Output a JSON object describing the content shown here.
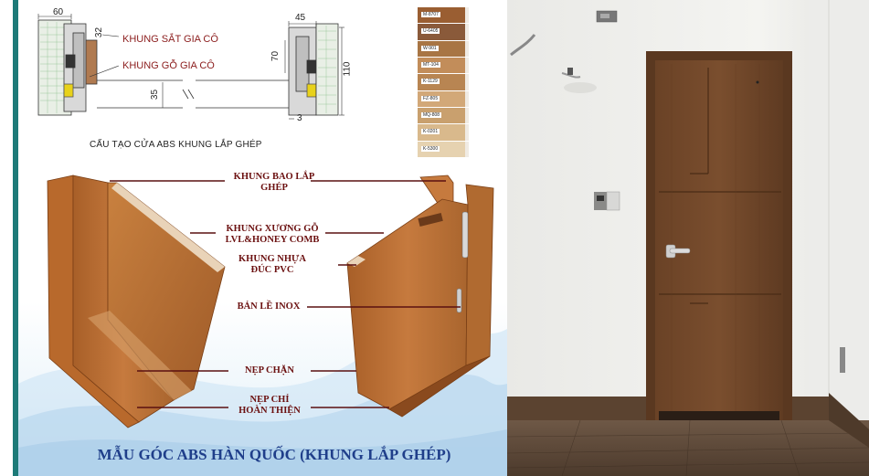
{
  "drawing": {
    "dims": {
      "d60": "60",
      "d32": "32",
      "d45": "45",
      "d70": "70",
      "d110": "110",
      "d35": "35",
      "d3": "3"
    },
    "callouts": {
      "steel": "KHUNG SẮT GIA CÔ",
      "wood": "KHUNG GỖ GIA CÔ"
    },
    "caption": "CẤU TẠO CỬA ABS KHUNG LẮP GHÉP"
  },
  "swatches": {
    "items": [
      {
        "code": "M-8707",
        "color": "#9a5e32"
      },
      {
        "code": "U-6405",
        "color": "#8a5a3a"
      },
      {
        "code": "W-901",
        "color": "#a87544"
      },
      {
        "code": "MT-104",
        "color": "#c28d5a"
      },
      {
        "code": "K-1129",
        "color": "#b88552"
      },
      {
        "code": "FZ-805",
        "color": "#d2a878"
      },
      {
        "code": "MQ-808",
        "color": "#c9a06e"
      },
      {
        "code": "K-0201",
        "color": "#d9b98c"
      },
      {
        "code": "K-5300",
        "color": "#e6d2b0"
      }
    ]
  },
  "labels": {
    "frame_l1": "KHUNG BAO LẮP",
    "frame_l2": "GHÉP",
    "lvl_l1": "KHUNG XƯƠNG GỖ",
    "lvl_l2": "LVL&HONEY COMB",
    "pvc_l1": "KHUNG NHỰA",
    "pvc_l2": "ĐÚC PVC",
    "hinge": "BẢN LỀ INOX",
    "stop": "NẸP CHẶN",
    "trim_l1": "NẸP CHỈ",
    "trim_l2": "HOÀN THIỆN"
  },
  "title": "MẪU GÓC ABS HÀN QUỐC (KHUNG LẮP GHÉP)",
  "colors": {
    "label_red": "#6b1010",
    "title_blue": "#1f3e8a",
    "wood": "#b8692c",
    "teal_strip": "#1d7a78",
    "door_walnut": "#6a4226"
  }
}
